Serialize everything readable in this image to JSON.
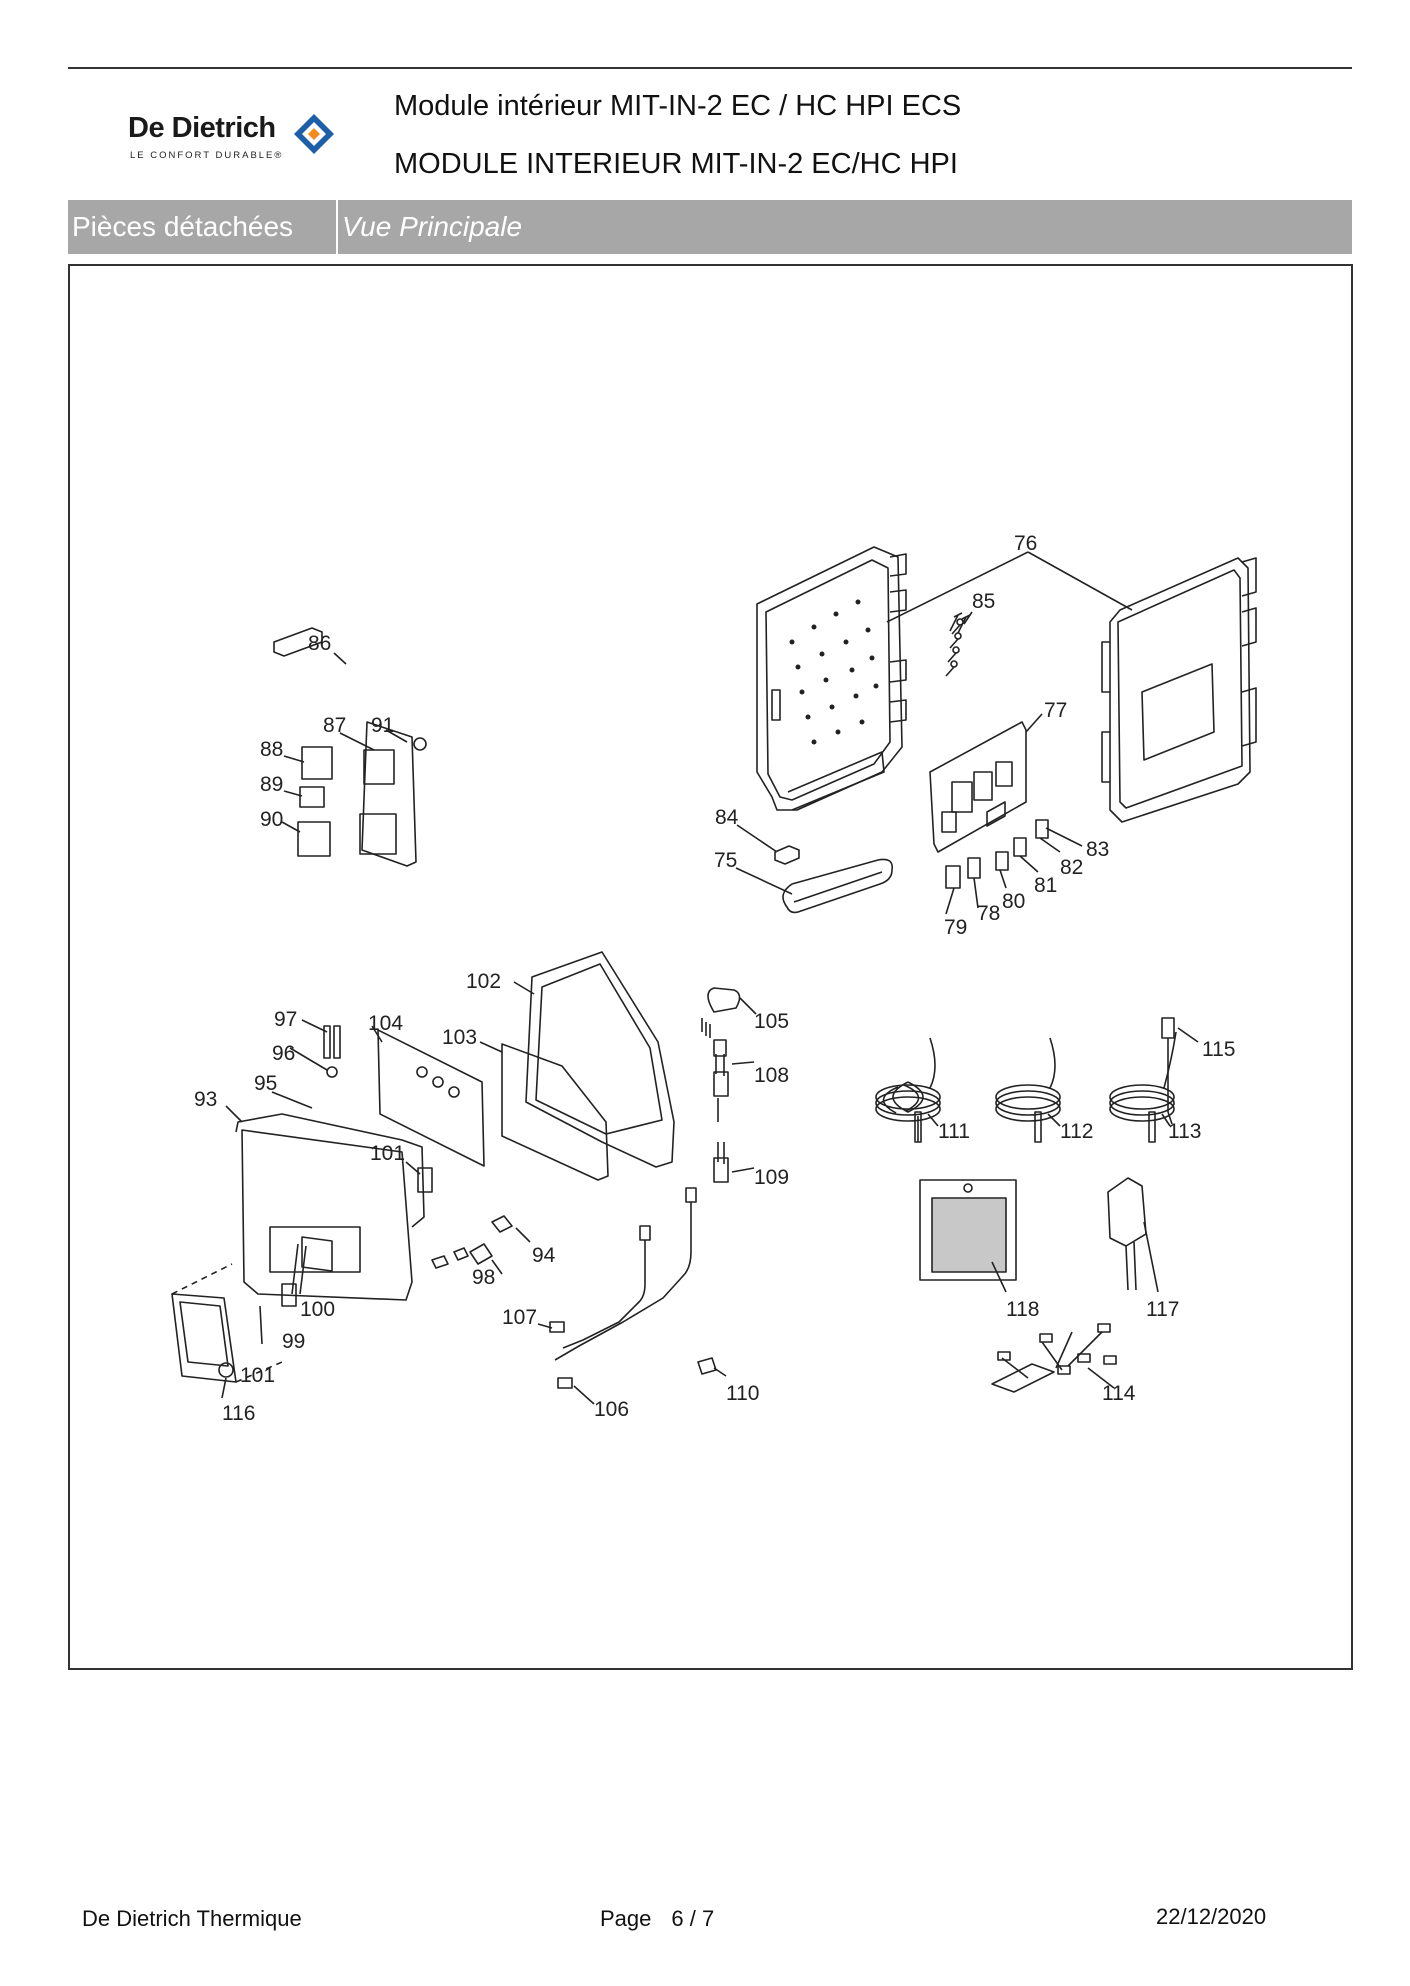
{
  "header": {
    "logo": {
      "name": "De Dietrich",
      "tagline": "LE CONFORT DURABLE®",
      "brand_colors": {
        "blue": "#1d5fa8",
        "orange": "#f28c1c"
      }
    },
    "title_line_1": "Module intérieur MIT-IN-2 EC / HC  HPI ECS",
    "title_line_2": "MODULE INTERIEUR MIT-IN-2 EC/HC HPI"
  },
  "section": {
    "label": "Pièces détachées",
    "view": "Vue Principale",
    "bar_color": "#a7a7a7"
  },
  "diagram": {
    "part_numbers": [
      "75",
      "76",
      "77",
      "78",
      "79",
      "80",
      "81",
      "82",
      "83",
      "84",
      "85",
      "86",
      "87",
      "88",
      "89",
      "90",
      "91",
      "93",
      "94",
      "95",
      "96",
      "97",
      "98",
      "99",
      "100",
      "101",
      "101",
      "102",
      "103",
      "104",
      "105",
      "106",
      "107",
      "108",
      "109",
      "110",
      "111",
      "112",
      "113",
      "114",
      "115",
      "116",
      "117",
      "118"
    ]
  },
  "footer": {
    "company": "De Dietrich Thermique",
    "page_label": "Page",
    "page_current": "6",
    "page_separator": "/",
    "page_total": "7",
    "date": "22/12/2020"
  }
}
